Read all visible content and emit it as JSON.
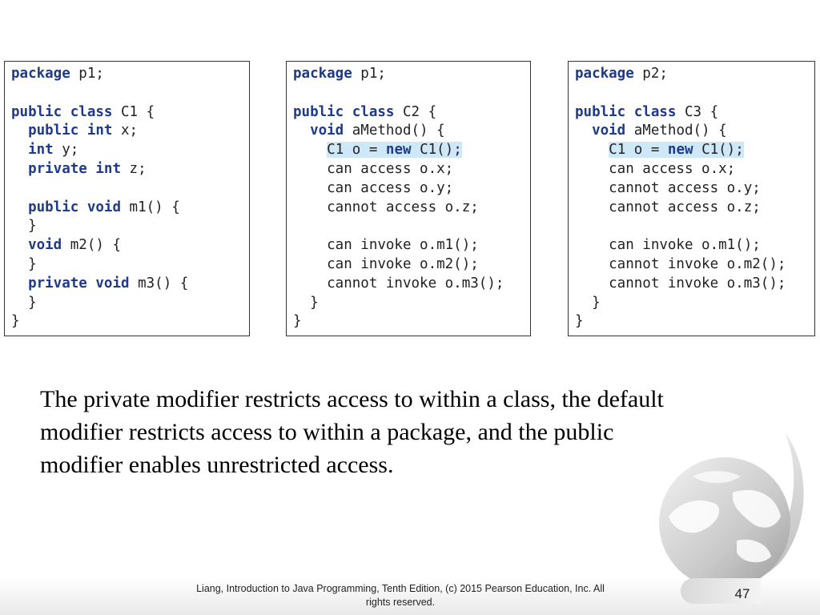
{
  "code_boxes": [
    {
      "lines": [
        [
          {
            "t": "package",
            "k": true
          },
          {
            "t": " p1;"
          }
        ],
        [],
        [
          {
            "t": "public",
            "k": true
          },
          {
            "t": " "
          },
          {
            "t": "class",
            "k": true
          },
          {
            "t": " C1 {"
          }
        ],
        [
          {
            "t": "  "
          },
          {
            "t": "public",
            "k": true
          },
          {
            "t": " "
          },
          {
            "t": "int",
            "k": true
          },
          {
            "t": " x;"
          }
        ],
        [
          {
            "t": "  "
          },
          {
            "t": "int",
            "k": true
          },
          {
            "t": " y;"
          }
        ],
        [
          {
            "t": "  "
          },
          {
            "t": "private",
            "k": true
          },
          {
            "t": " "
          },
          {
            "t": "int",
            "k": true
          },
          {
            "t": " z;"
          }
        ],
        [],
        [
          {
            "t": "  "
          },
          {
            "t": "public",
            "k": true
          },
          {
            "t": " "
          },
          {
            "t": "void",
            "k": true
          },
          {
            "t": " m1() {"
          }
        ],
        [
          {
            "t": "  }"
          }
        ],
        [
          {
            "t": "  "
          },
          {
            "t": "void",
            "k": true
          },
          {
            "t": " m2() {"
          }
        ],
        [
          {
            "t": "  }"
          }
        ],
        [
          {
            "t": "  "
          },
          {
            "t": "private",
            "k": true
          },
          {
            "t": " "
          },
          {
            "t": "void",
            "k": true
          },
          {
            "t": " m3() {"
          }
        ],
        [
          {
            "t": "  }"
          }
        ],
        [
          {
            "t": "}"
          }
        ]
      ]
    },
    {
      "lines": [
        [
          {
            "t": "package",
            "k": true
          },
          {
            "t": " p1;"
          }
        ],
        [],
        [
          {
            "t": "public",
            "k": true
          },
          {
            "t": " "
          },
          {
            "t": "class",
            "k": true
          },
          {
            "t": " C2 {"
          }
        ],
        [
          {
            "t": "  "
          },
          {
            "t": "void",
            "k": true
          },
          {
            "t": " aMethod() {"
          }
        ],
        [
          {
            "t": "    "
          },
          {
            "t": "C1 o = ",
            "h": true
          },
          {
            "t": "new",
            "k": true,
            "h": true
          },
          {
            "t": " C1();",
            "h": true
          }
        ],
        [
          {
            "t": "    can access o.x;"
          }
        ],
        [
          {
            "t": "    can access o.y;"
          }
        ],
        [
          {
            "t": "    cannot access o.z;"
          }
        ],
        [],
        [
          {
            "t": "    can invoke o.m1();"
          }
        ],
        [
          {
            "t": "    can invoke o.m2();"
          }
        ],
        [
          {
            "t": "    cannot invoke o.m3();"
          }
        ],
        [
          {
            "t": "  }"
          }
        ],
        [
          {
            "t": "}"
          }
        ]
      ]
    },
    {
      "lines": [
        [
          {
            "t": "package",
            "k": true
          },
          {
            "t": " p2;"
          }
        ],
        [],
        [
          {
            "t": "public",
            "k": true
          },
          {
            "t": " "
          },
          {
            "t": "class",
            "k": true
          },
          {
            "t": " C3 {"
          }
        ],
        [
          {
            "t": "  "
          },
          {
            "t": "void",
            "k": true
          },
          {
            "t": " aMethod() {"
          }
        ],
        [
          {
            "t": "    "
          },
          {
            "t": "C1 o = ",
            "h": true
          },
          {
            "t": "new",
            "k": true,
            "h": true
          },
          {
            "t": " C1();",
            "h": true
          }
        ],
        [
          {
            "t": "    can access o.x;"
          }
        ],
        [
          {
            "t": "    cannot access o.y;"
          }
        ],
        [
          {
            "t": "    cannot access o.z;"
          }
        ],
        [],
        [
          {
            "t": "    can invoke o.m1();"
          }
        ],
        [
          {
            "t": "    cannot invoke o.m2();"
          }
        ],
        [
          {
            "t": "    cannot invoke o.m3();"
          }
        ],
        [
          {
            "t": "  }"
          }
        ],
        [
          {
            "t": "}"
          }
        ]
      ]
    }
  ],
  "caption": {
    "lines": [
      "The private modifier restricts access to within a class, the default",
      "modifier restricts access to within a package, and the public",
      "modifier enables unrestricted access."
    ]
  },
  "footer": {
    "lines": [
      "Liang, Introduction to Java Programming, Tenth Edition, (c) 2015 Pearson Education, Inc. All",
      "rights reserved."
    ]
  },
  "page_number": "47",
  "colors": {
    "keyword": "#1e3a8a",
    "highlight": "#cfe8f8",
    "border": "#333333"
  },
  "icons": {
    "logo": "globe-logo-icon"
  }
}
